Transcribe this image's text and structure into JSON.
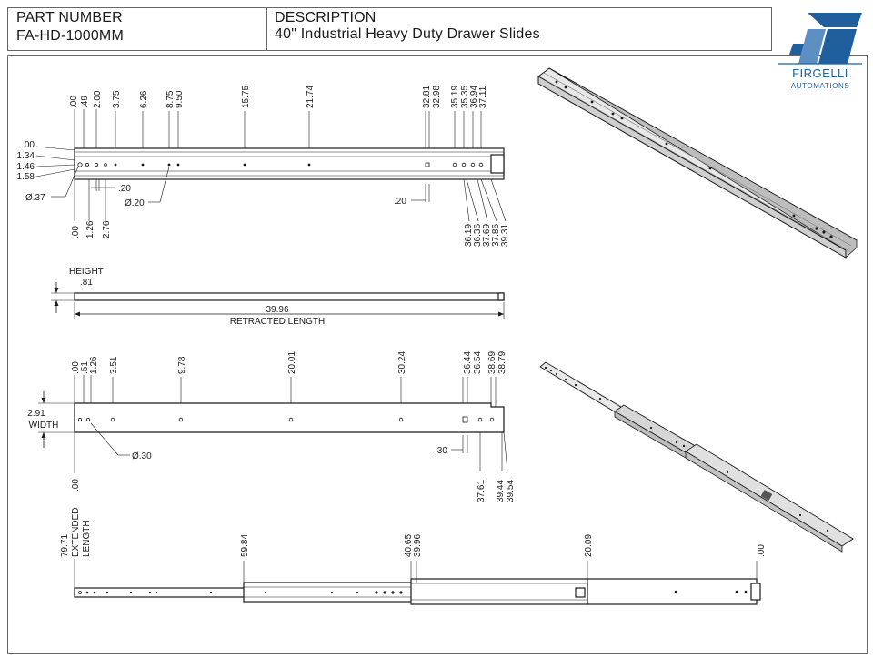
{
  "title_block": {
    "part_number_label": "PART NUMBER",
    "part_number": "FA-HD-1000MM",
    "description_label": "DESCRIPTION",
    "description": "40\" Industrial Heavy Duty Drawer Slides"
  },
  "logo": {
    "brand": "FIRGELLI",
    "sub": "AUTOMATIONS",
    "color": "#1f5f9e",
    "icon": "firgelli-logo-icon"
  },
  "top_view": {
    "top_dims": [
      ".00",
      ".49",
      "2.00",
      "3.75",
      "6.26",
      "8.75",
      "9.50",
      "15.75",
      "21.74",
      "32.81",
      "32.98",
      "35.19",
      "35.35",
      "36.94",
      "37.11"
    ],
    "bottom_dims": [
      ".00",
      "1.26",
      "2.76"
    ],
    "right_bottom_dims": [
      "36.19",
      "36.36",
      "37.69",
      "37.86",
      "39.31"
    ],
    "left_dims": [
      ".00",
      "1.34",
      "1.46",
      "1.58"
    ],
    "hole_large": "Ø.37",
    "hole_small": "Ø.20",
    "slot_left": ".20",
    "slot_right": ".20"
  },
  "side_view": {
    "height_label": "HEIGHT",
    "height_value": ".81",
    "length_value": "39.96",
    "length_label": "RETRACTED LENGTH"
  },
  "bottom_view": {
    "top_dims": [
      ".00",
      ".51",
      "1.26",
      "3.51",
      "9.78",
      "20.01",
      "30.24",
      "36.44",
      "36.54",
      "38.69",
      "38.79"
    ],
    "width_value": "2.91",
    "width_label": "WIDTH",
    "hole": "Ø.30",
    "slot": ".30",
    "bottom_dims": [
      ".00",
      "37.61",
      "39.44",
      "39.54"
    ]
  },
  "extended_view": {
    "total_value": "79.71",
    "total_label_1": "EXTENDED",
    "total_label_2": "LENGTH",
    "dims": [
      "59.84",
      "40.65",
      "39.96",
      "20.09",
      ".00"
    ]
  }
}
